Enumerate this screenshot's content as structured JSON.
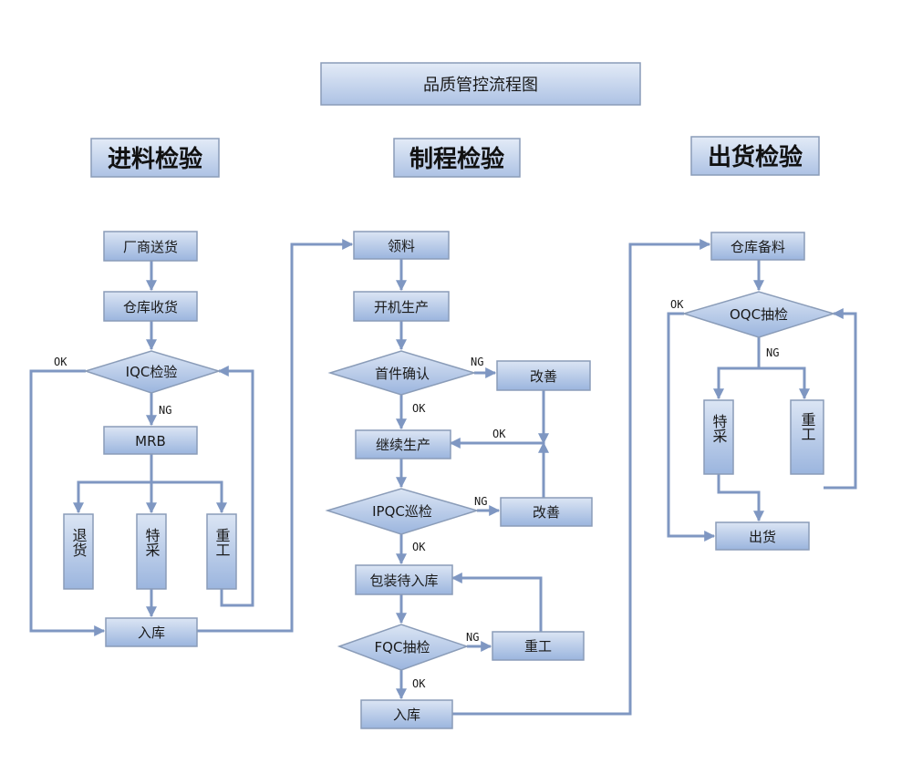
{
  "title": "品质管控流程图",
  "sections": {
    "incoming": "进料检验",
    "process": "制程检验",
    "outgoing": "出货检验"
  },
  "incoming": {
    "supplier_delivery": "厂商送货",
    "warehouse_receive": "仓库收货",
    "iqc": "IQC检验",
    "mrb": "MRB",
    "return": "退货",
    "special": "特采",
    "rework": "重工",
    "stock_in": "入库"
  },
  "process": {
    "pick_material": "领料",
    "start_production": "开机生产",
    "first_piece": "首件确认",
    "improve_1": "改善",
    "continue_production": "继续生产",
    "ipqc": "IPQC巡检",
    "improve_2": "改善",
    "pack": "包装待入库",
    "fqc": "FQC抽检",
    "rework": "重工",
    "stock_in": "入库"
  },
  "outgoing": {
    "prepare": "仓库备料",
    "oqc": "OQC抽检",
    "special": "特采",
    "rework": "重工",
    "ship": "出货"
  },
  "edge_labels": {
    "ok": "OK",
    "ng": "NG"
  },
  "colors": {
    "box_top": "#dbe5f4",
    "box_bottom": "#9bb5de",
    "border": "#8a9cb8",
    "edge": "#7f97c2"
  }
}
